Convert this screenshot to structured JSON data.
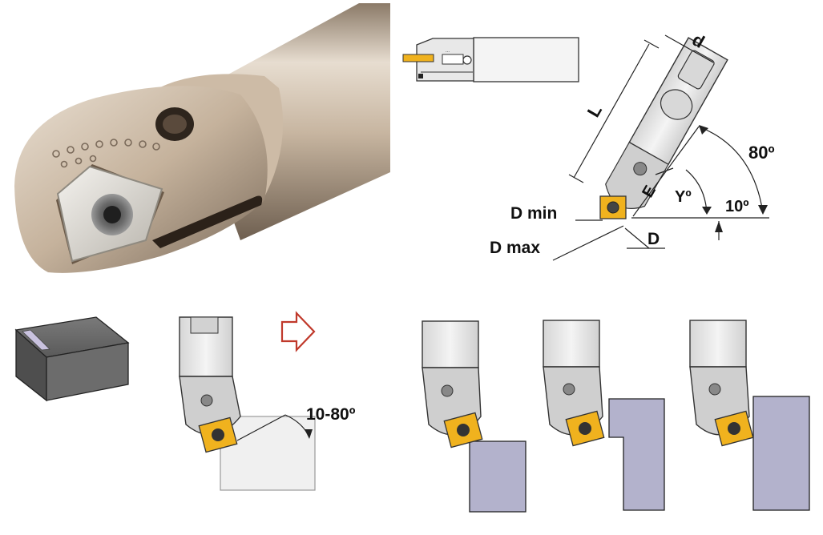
{
  "labels": {
    "d": "d",
    "L": "L",
    "E": "E",
    "angle_max": "80º",
    "angle_min": "10º",
    "angle_var": "Yº",
    "d_min": "D min",
    "d_max": "D max",
    "D": "D",
    "angle_range": "10-80º"
  },
  "colors": {
    "insert": "#f0b21e",
    "workpiece": "#b3b2cc",
    "holder_metal": "#c9b8a3",
    "arrow": "#c0392b"
  },
  "icons": {
    "process_arrow": "hollow-right-arrow-icon"
  }
}
